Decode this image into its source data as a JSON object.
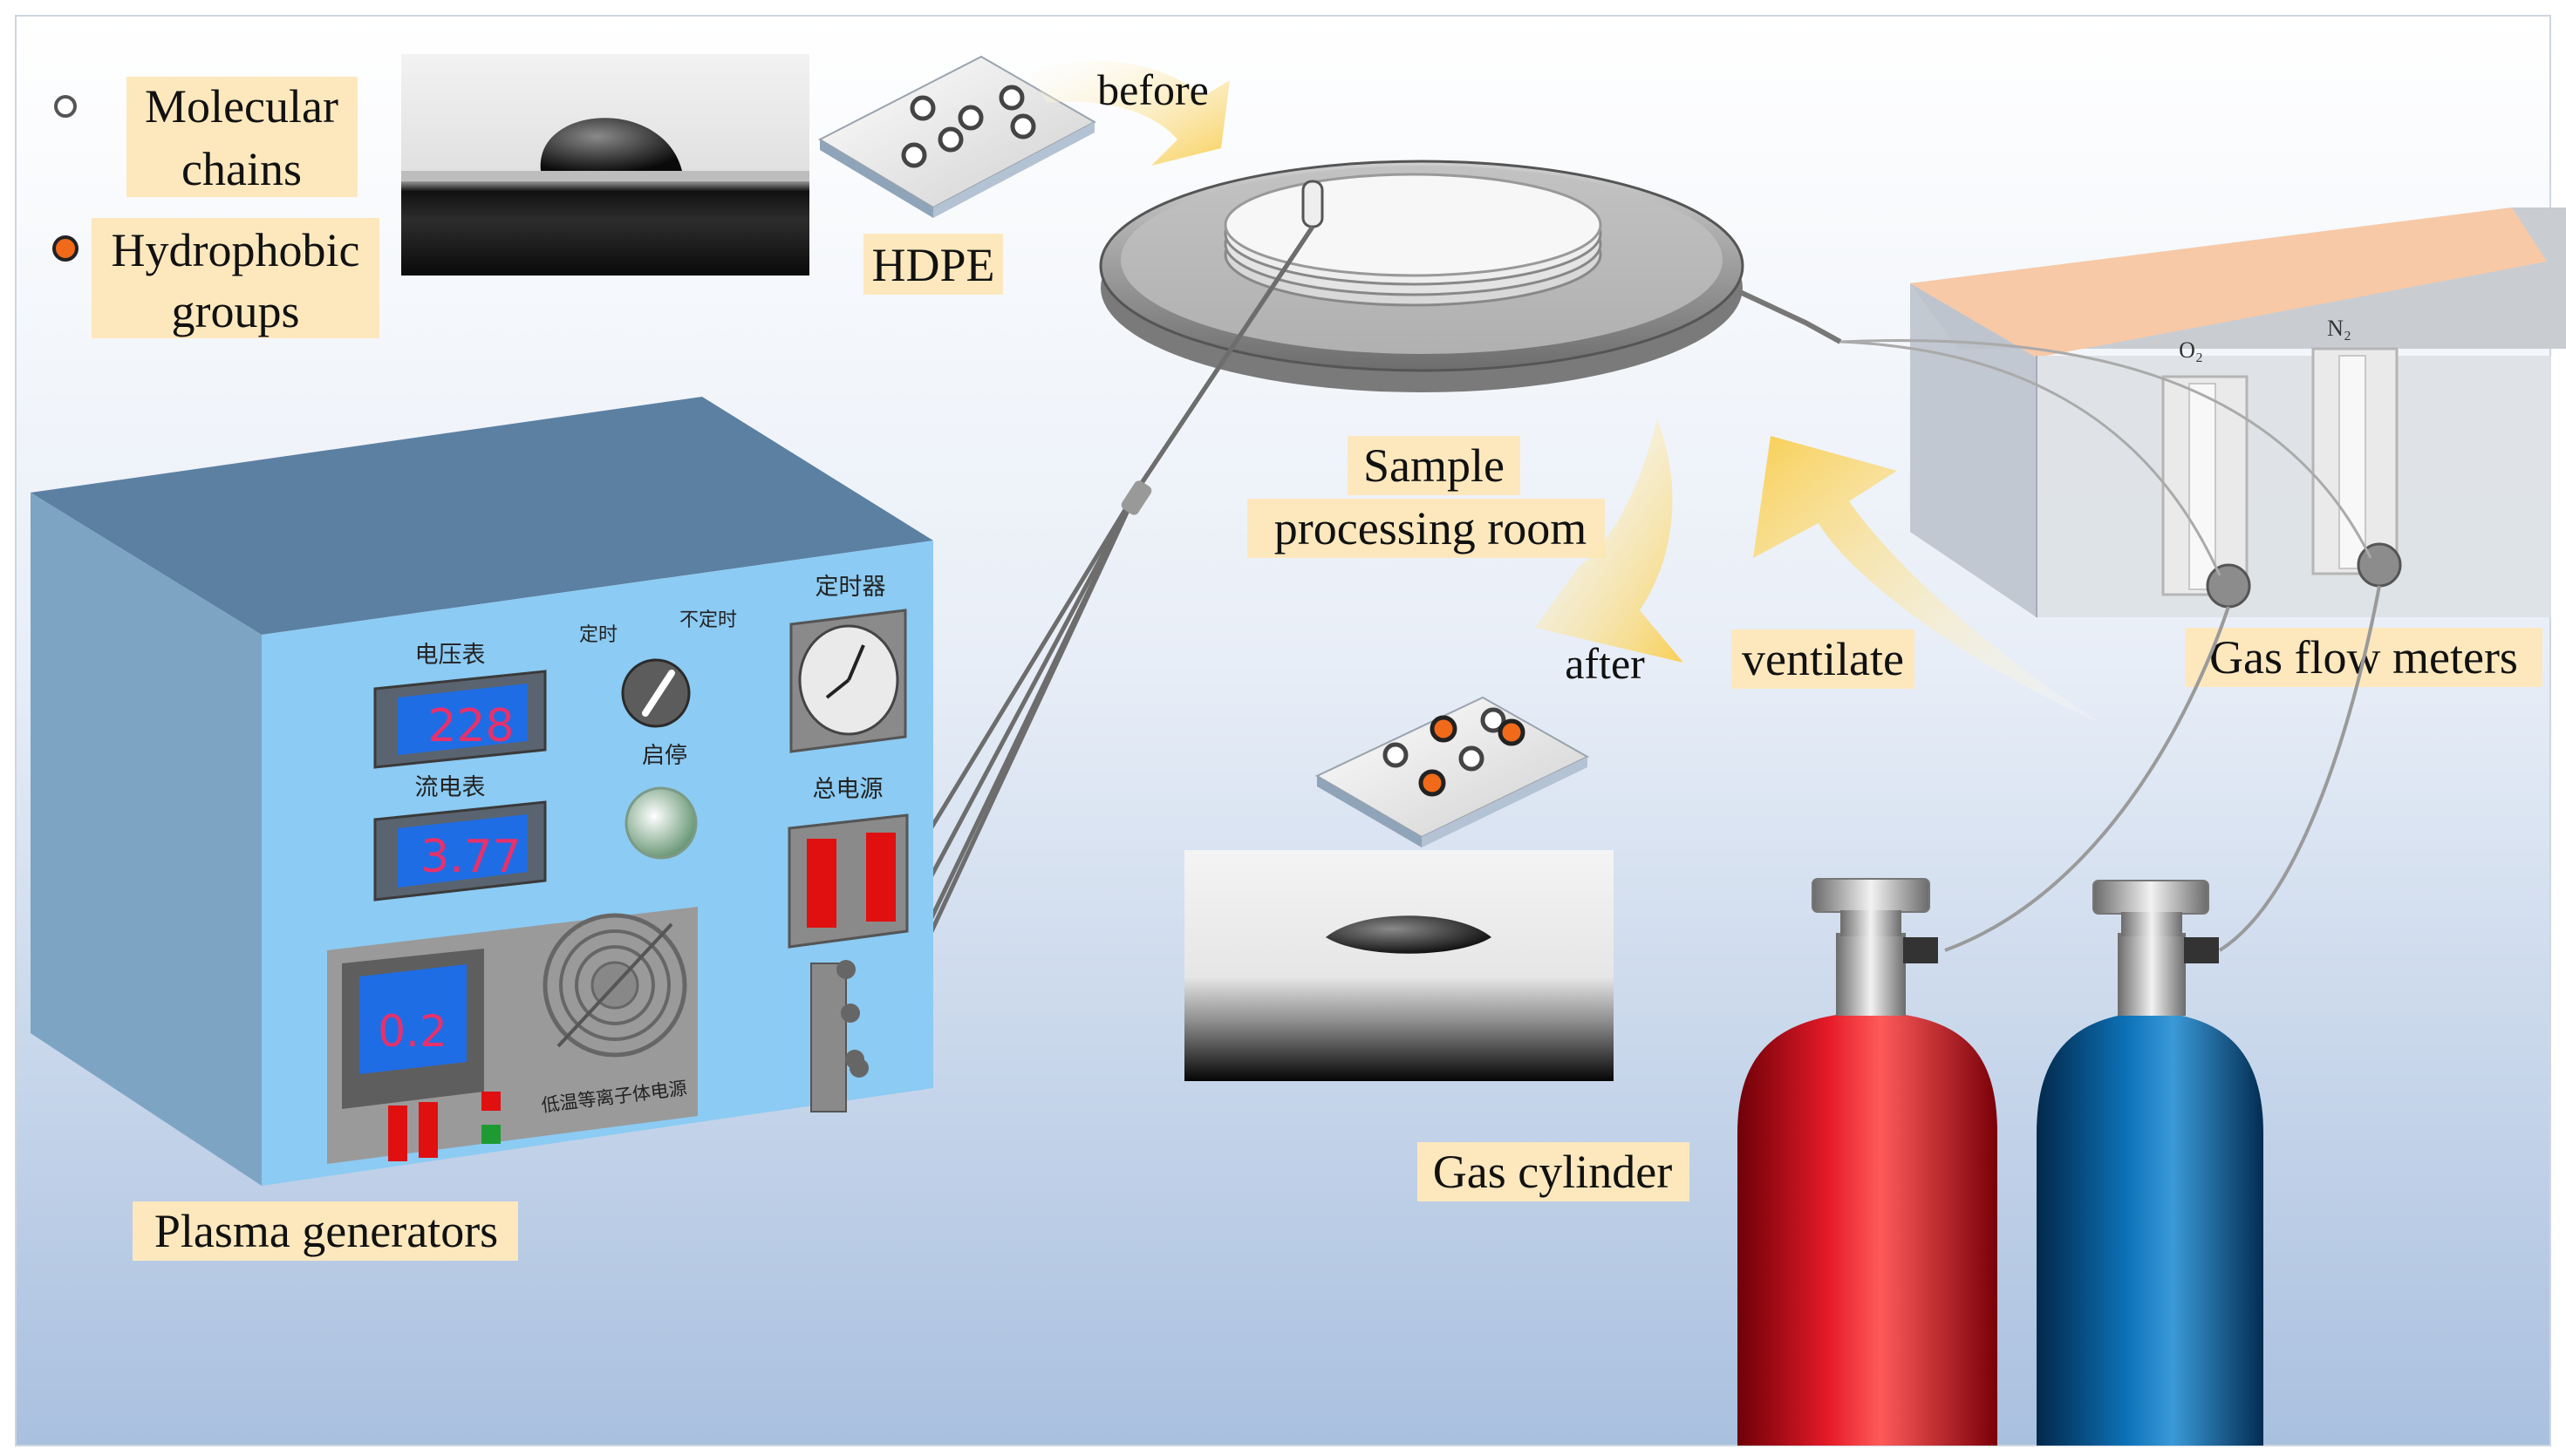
{
  "legend": {
    "items": [
      {
        "label_lines": [
          "Molecular",
          "chains"
        ],
        "marker": "molecular-chain",
        "color": "#ffffff"
      },
      {
        "label_lines": [
          "Hydrophobic",
          "groups"
        ],
        "marker": "hydrophobic-group",
        "color": "#f06a1a"
      }
    ]
  },
  "labels": {
    "hdpe": "HDPE",
    "before": "before",
    "after": "after",
    "sample_room": [
      "Sample",
      "processing room"
    ],
    "ventilate": "ventilate",
    "gas_flow_meters": "Gas flow meters",
    "gas_cylinder": "Gas cylinder",
    "plasma_generators": "Plasma generators"
  },
  "flow_meter": {
    "o2_label": "O₂",
    "n2_label": "N₂"
  },
  "generator": {
    "voltmeter_label": "电压表",
    "voltmeter_value": "228",
    "ammeter_label": "流电表",
    "ammeter_value": "3.77",
    "timed_label": "定时",
    "untimed_label": "不定时",
    "start_stop_label": "启停",
    "timer_label": "定时器",
    "main_power_label": "总电源",
    "small_display_value": "0.2",
    "brand_text": "低温等离子体电源"
  },
  "colors": {
    "label_bg": "#fde8be",
    "hydrophobic": "#f06a1a",
    "arrow": "#f8cf55",
    "cylinder_red": "#c8101c",
    "cylinder_blue": "#0a5a93",
    "generator_face": "#83c4f0",
    "generator_top": "#5a7fa0",
    "digit_color": "#e8306a"
  }
}
